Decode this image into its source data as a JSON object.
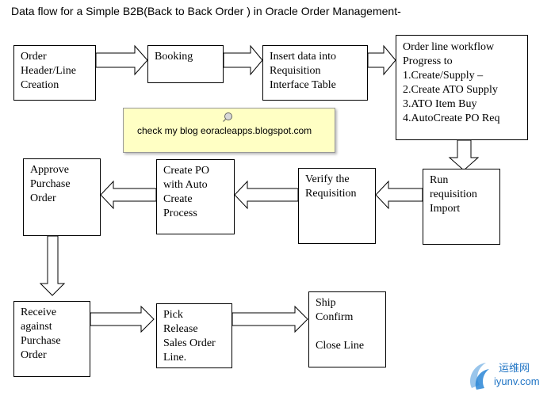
{
  "title": "Data flow for a Simple B2B(Back to Back Order ) in Oracle Order  Management-",
  "note": {
    "text": "check my blog eoracleapps.blogspot.com",
    "icon": "pin-icon"
  },
  "boxes": {
    "order_creation": [
      "Order",
      "Header/Line",
      "Creation"
    ],
    "booking": [
      "Booking"
    ],
    "insert_interface": [
      "Insert data into",
      "Requisition",
      "Interface Table"
    ],
    "workflow": [
      "Order line workflow",
      "Progress to",
      "1.Create/Supply –",
      "2.Create ATO Supply",
      "3.ATO Item Buy",
      "4.AutoCreate PO Req"
    ],
    "run_import": [
      "Run",
      "requisition",
      "Import"
    ],
    "verify_req": [
      "Verify the",
      "Requisition"
    ],
    "create_po": [
      "Create PO",
      "with Auto",
      "Create",
      "Process"
    ],
    "approve_po": [
      "Approve",
      "Purchase",
      "Order"
    ],
    "receive_po": [
      "Receive",
      "against",
      "Purchase",
      "Order"
    ],
    "pick_release": [
      "Pick",
      "Release",
      "Sales Order",
      "Line."
    ],
    "ship_confirm": [
      "Ship",
      "Confirm",
      "",
      "Close Line"
    ]
  },
  "watermark": {
    "cn": "运维网",
    "url": "iyunv.com"
  }
}
